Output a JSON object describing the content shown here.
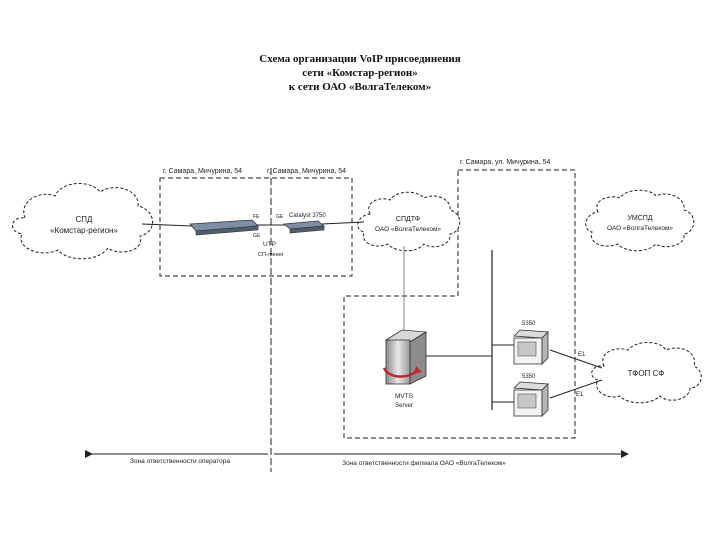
{
  "title": {
    "line1": "Схема  организации VoIP присоединения",
    "line2": "сети  «Комстар-регион»",
    "line3": "к сети ОАО «ВолгаТелеком»"
  },
  "clouds": {
    "left": {
      "line1": "СПД",
      "line2": "«Комстар-регион»"
    },
    "middle": {
      "line1": "СПДТФ",
      "line2": "ОАО «ВолгаТелеком»"
    },
    "right": {
      "line1": "УМСПД",
      "line2": "ОАО «ВолгаТелеком»"
    },
    "pstn": {
      "line1": "ТФОП СФ"
    }
  },
  "addresses": {
    "box1": "г. Самара, Мичурина, 54",
    "box2": "г. Самара, Мичурина, 54",
    "box3": "г. Самара, ул. Мичурина, 54"
  },
  "devices": {
    "catalyst": "Catalyst 3750",
    "utp_line1": "UTP",
    "utp_line2": "СП-линия",
    "server_line1": "MVTS",
    "server_line2": "Server",
    "switch1": "5350",
    "switch2": "5350",
    "port_fe1": "FE",
    "port_ge1": "GE",
    "port_ge2": "GE",
    "port_e1a": "E1",
    "port_e1b": "E1"
  },
  "zones": {
    "left": "Зона ответственности оператора",
    "right": "Зона ответственности филиала ОАО «ВолгаТелеком»"
  }
}
